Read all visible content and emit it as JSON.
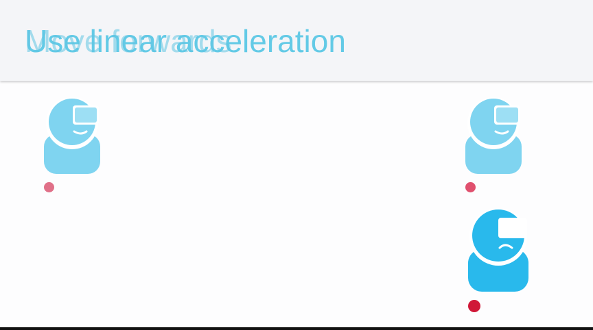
{
  "header": {
    "title_primary": "Use linear acceleration",
    "title_ghost": "Move forwards"
  },
  "colors": {
    "header_bg": "#f4f5f8",
    "title": "#5cc8e6",
    "avatar_light": "#7fd4f0",
    "avatar_strong": "#29b9ec",
    "dot_light": "#e07088",
    "dot_strong": "#d01838"
  },
  "icons": {
    "avatar": "vr-headset-user-icon",
    "marker": "position-dot"
  }
}
